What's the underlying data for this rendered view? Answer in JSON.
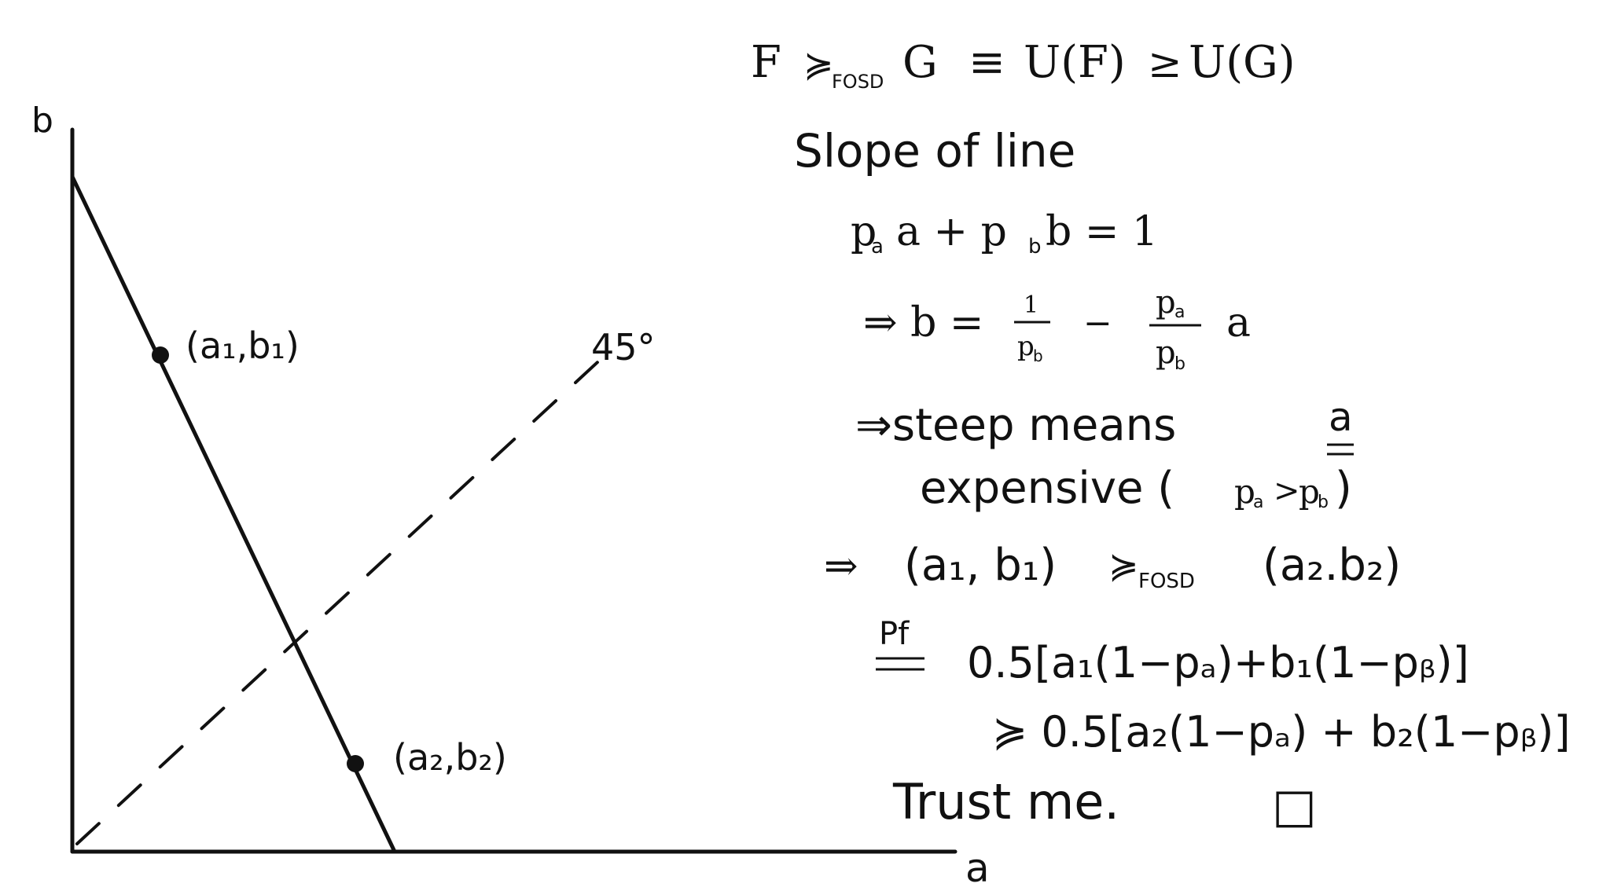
{
  "diagram": {
    "axes": {
      "y_label": "b",
      "x_label": "a"
    },
    "points": [
      {
        "label": "(a₁,b₁)"
      },
      {
        "label": "(a₂,b₂)"
      }
    ],
    "angle_label": "45°"
  },
  "notes": {
    "line1": {
      "F": "F",
      "succ": "≽",
      "fosd": "FOSD",
      "G": "G",
      "equiv": "≡",
      "uf": "U(F)",
      "geq": "≥",
      "ug": "U(G)"
    },
    "line2": "Slope of line",
    "line3": {
      "pa": "p",
      "pa_sub": "a",
      "mid": "a + p",
      "pb_sub": "b",
      "end": "b = 1"
    },
    "line4": {
      "prefix": "⇒ b =",
      "num1": "1",
      "den1": "p",
      "den1_sub": "b",
      "minus": "−",
      "num2": "p",
      "num2_sub": "a",
      "den2": "p",
      "den2_sub": "b",
      "suffix": "a"
    },
    "line5": {
      "prefix": "⇒steep means",
      "a_underlined": "a"
    },
    "line6": {
      "text": "expensive (",
      "pa": "p",
      "pa_sub": "a",
      "gt": ">",
      "pb": "p",
      "pb_sub": "b",
      "close": ")"
    },
    "line7": {
      "arrow": "⇒",
      "left": "(a₁, b₁)",
      "succ": "≽",
      "fosd": "FOSD",
      "right": "(a₂.b₂)"
    },
    "line8": {
      "pf": "Pf",
      "expr": "0.5[a₁(1−pₐ)+b₁(1−pᵦ)]"
    },
    "line9": {
      "expr": "≽ 0.5[a₂(1−pₐ) + b₂(1−pᵦ)]"
    },
    "line10": {
      "text": "Trust me.",
      "qed": "□"
    }
  }
}
